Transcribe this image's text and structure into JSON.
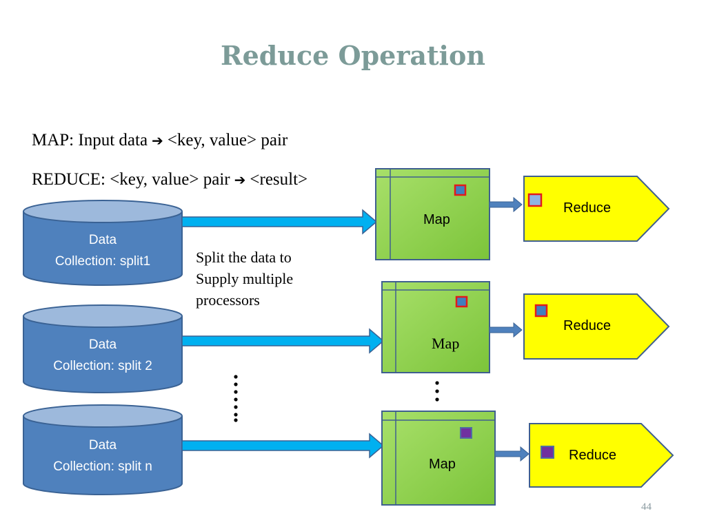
{
  "slide": {
    "title": "Reduce Operation",
    "map_line": {
      "prefix": "MAP: Input data",
      "arrow": "➔",
      "suffix": "<key, value> pair"
    },
    "reduce_line": {
      "prefix": "REDUCE: <key, value> pair",
      "arrow": "➔",
      "suffix": "<result>"
    },
    "split_note": [
      "Split the data to",
      "Supply multiple",
      "processors"
    ],
    "page_number": "44"
  },
  "rows": [
    {
      "data_label": [
        "Data",
        "Collection: split1"
      ],
      "map_label": "Map",
      "reduce_label": "Reduce",
      "key_color": "#3f7fbf",
      "key_border": "#e21b1b"
    },
    {
      "data_label": [
        "Data",
        "Collection: split 2"
      ],
      "map_label": "Map",
      "reduce_label": "Reduce",
      "key_color": "#3f7fbf",
      "key_border": "#e21b1b"
    },
    {
      "data_label": [
        "Data",
        "Collection: split n"
      ],
      "map_label": "Map",
      "reduce_label": "Reduce",
      "key_color": "#7030a0",
      "key_border": "#4f6fa0"
    }
  ],
  "colors": {
    "title": "#7c9b98",
    "cylinder_fill": "#4f81bd",
    "cylinder_top": "#9db9dc",
    "cylinder_stroke": "#3a6294",
    "flow_arrow": "#00b0f0",
    "map_fill": "#92d050",
    "map_stroke": "#3f5f8f",
    "reduce_fill": "#ffff00",
    "reduce_stroke": "#3f5f8f"
  },
  "ellipsis": {
    "left": "⋮",
    "right": "⋮"
  }
}
